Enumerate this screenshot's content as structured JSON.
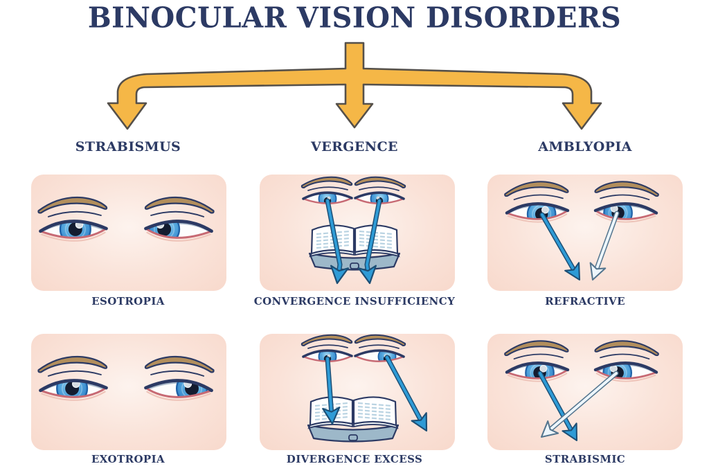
{
  "title": "BINOCULAR VISION DISORDERS",
  "branches": [
    {
      "label": "STRABISMUS",
      "panels": [
        {
          "label": "ESOTROPIA"
        },
        {
          "label": "EXOTROPIA"
        }
      ]
    },
    {
      "label": "VERGENCE",
      "panels": [
        {
          "label": "CONVERGENCE INSUFFICIENCY"
        },
        {
          "label": "DIVERGENCE EXCESS"
        }
      ]
    },
    {
      "label": "AMBLYOPIA",
      "panels": [
        {
          "label": "REFRACTIVE"
        },
        {
          "label": "STRABISMIC"
        }
      ]
    }
  ],
  "colors": {
    "title_text": "#2c3a64",
    "connector_fill": "#f5b747",
    "connector_outline": "#55504a",
    "panel_bg": "#f8d9cc",
    "panel_bg_center": "#fdf3ee",
    "eyebrow": "#b28e5c",
    "iris_blue": "#3d8fd0",
    "iris_rim": "#1f62a8",
    "pupil": "#131c30",
    "upper_lid": "#2c3a64",
    "lower_lid": "#c76a74",
    "gaze_arrow_blue": "#2e9bd6",
    "gaze_arrow_outline": "#1d4f75",
    "gaze_arrow_pale": "#edf6fc",
    "gaze_arrow_pale_outline": "#54758e",
    "book_cover": "#9db8c9",
    "book_page": "#ffffff",
    "book_text_lines": "#b9d3e2"
  }
}
